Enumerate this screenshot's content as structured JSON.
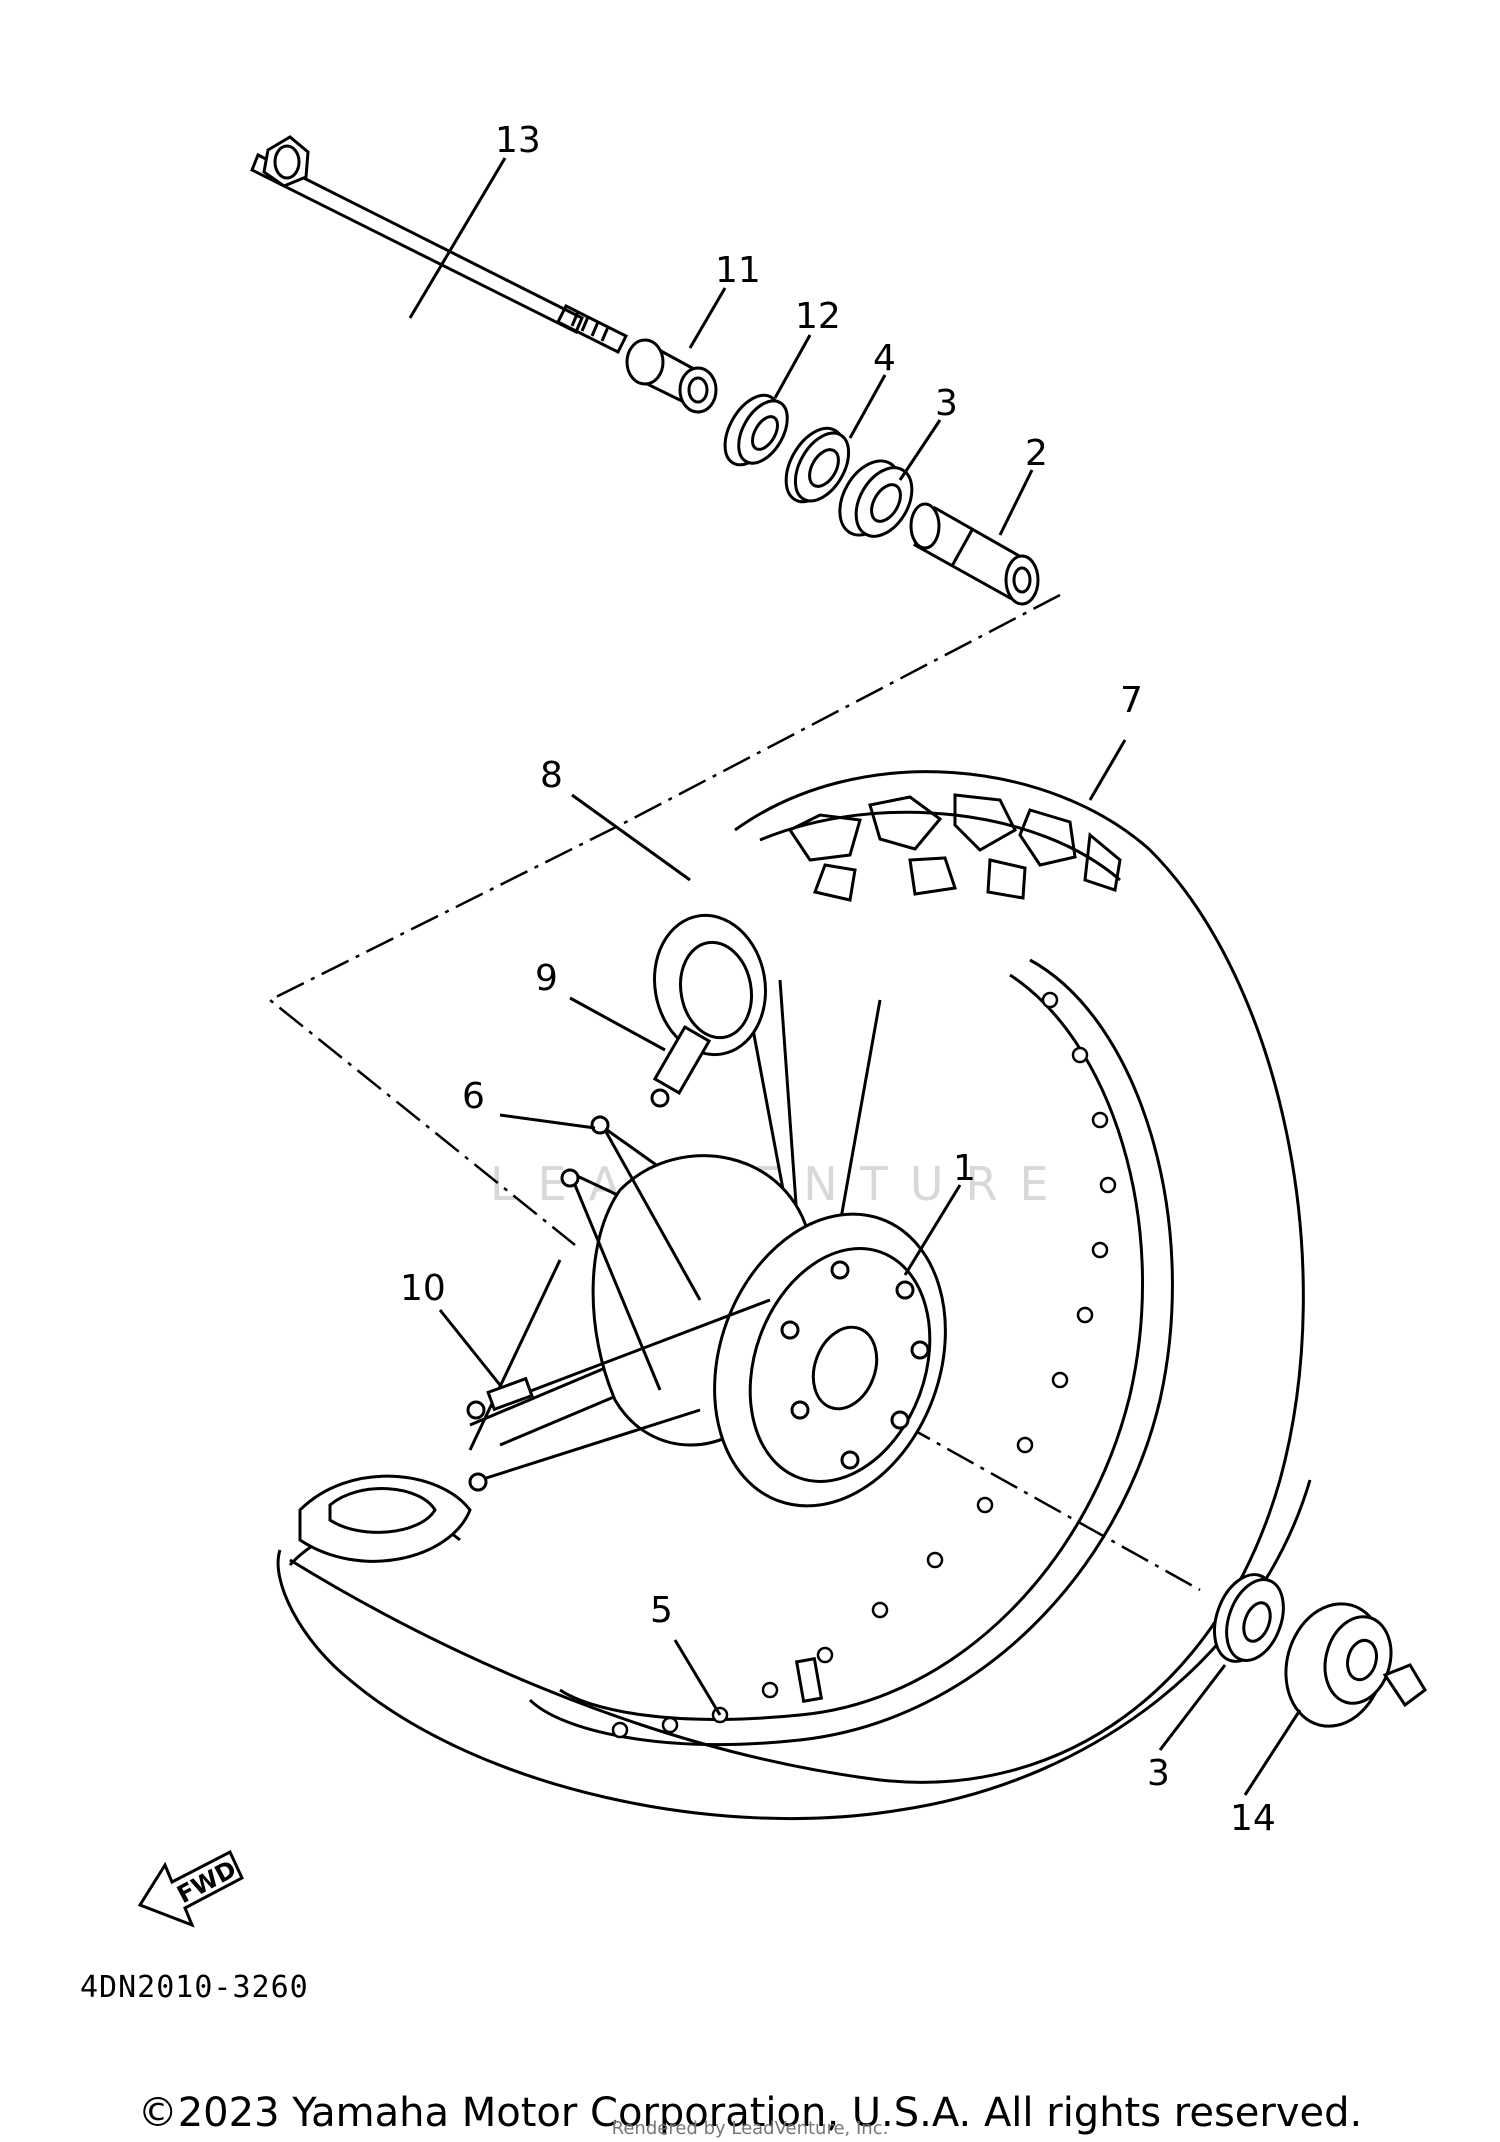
{
  "diagram": {
    "callouts": {
      "c1": "1",
      "c2": "2",
      "c3a": "3",
      "c3b": "3",
      "c4": "4",
      "c5": "5",
      "c6": "6",
      "c7": "7",
      "c8": "8",
      "c9": "9",
      "c10": "10",
      "c11": "11",
      "c12": "12",
      "c13": "13",
      "c14": "14"
    },
    "drawing_code": "4DN2010-3260",
    "fwd_label": "FWD",
    "watermark": "LEADVENTURE"
  },
  "footer": {
    "copyright": "©2023 Yamaha Motor Corporation, U.S.A. All rights reserved.",
    "rendered_by": "Rendered by LeadVenture, Inc."
  }
}
